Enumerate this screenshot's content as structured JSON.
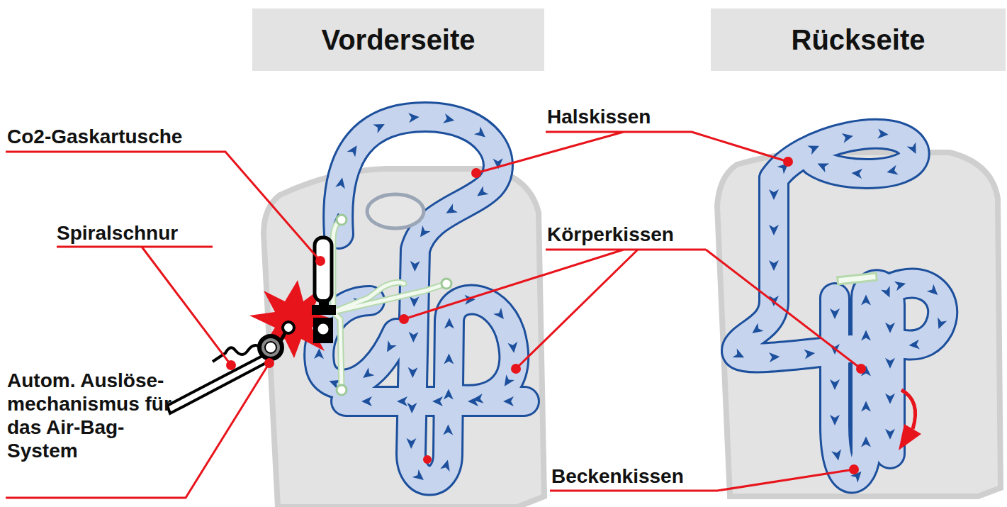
{
  "diagram": {
    "nodes": [
      {
        "text": [
          "Vorderseite"
        ]
      },
      {
        "text": [
          "Rückseite"
        ]
      }
    ],
    "labels": [
      "Co2-Gaskartusche",
      "Spiralschnur",
      "Autom. Auslöse- mechanismus für das Air-Bag-System",
      "Halskissen",
      "Körperkissen",
      "Beckenkissen"
    ]
  }
}
